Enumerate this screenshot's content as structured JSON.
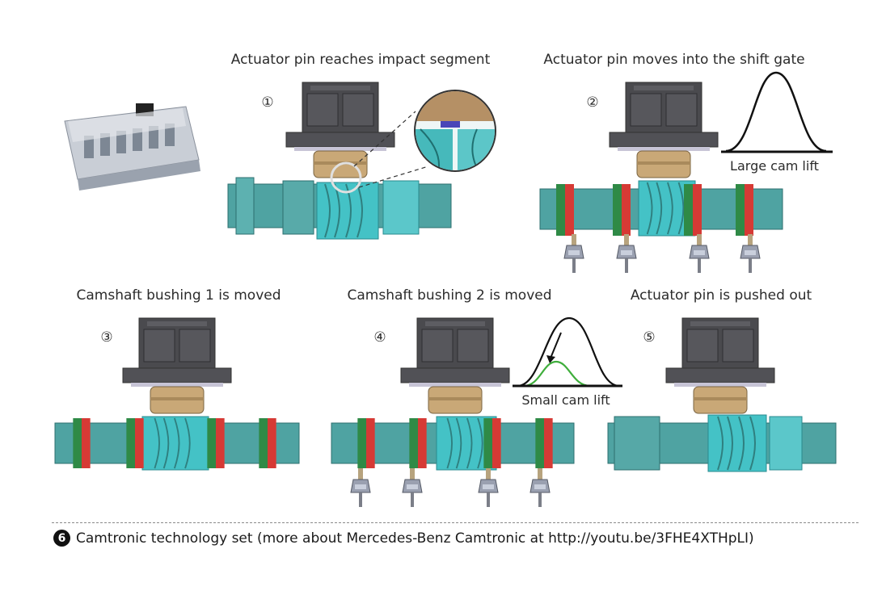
{
  "colors": {
    "actuator_body": "#4a4a4e",
    "actuator_sleeve": "#c9a877",
    "shaft": "#4fa3a2",
    "shaft_active": "#44c2c6",
    "bushing_green": "#2f8a46",
    "bushing_red": "#d63a35",
    "curve": "#111111",
    "small_curve": "#3fae3c"
  },
  "steps": [
    {
      "number": "①",
      "title": "Actuator pin reaches impact segment",
      "icon": "actuator-pin-icon"
    },
    {
      "number": "②",
      "title": "Actuator pin moves into the shift gate",
      "icon": "actuator-pin-icon"
    },
    {
      "number": "③",
      "title": "Camshaft bushing 1 is moved",
      "icon": "actuator-pin-icon"
    },
    {
      "number": "④",
      "title": "Camshaft bushing 2 is moved",
      "icon": "actuator-pin-icon"
    },
    {
      "number": "⑤",
      "title": "Actuator pin is pushed out",
      "icon": "actuator-pin-icon"
    }
  ],
  "cam_lift_labels": {
    "large": "Large cam lift",
    "small": "Small cam lift"
  },
  "caption": {
    "figure_number": "6",
    "text": "Camtronic technology set (more about Mercedes-Benz Camtronic at http://youtu.be/3FHE4XTHpLI)"
  }
}
